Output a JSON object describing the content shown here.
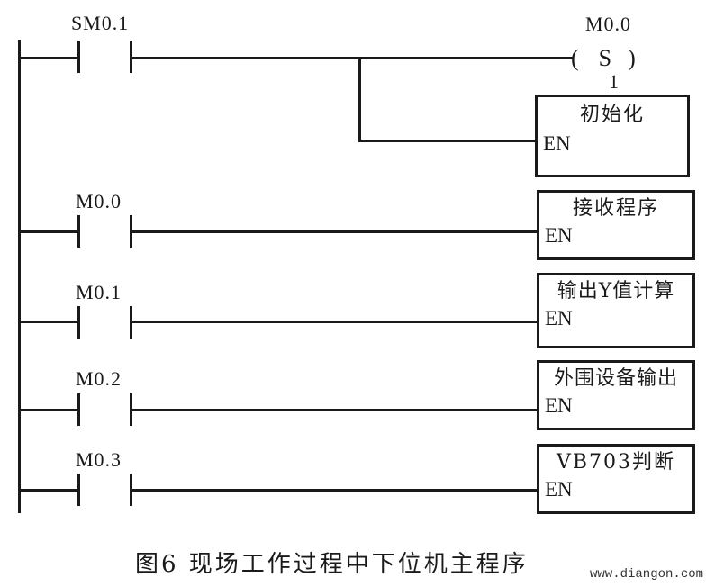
{
  "diagram": {
    "type": "ladder-logic",
    "rungs": [
      {
        "contact": "SM0.1",
        "outputs": [
          {
            "kind": "set-coil",
            "address": "M0.0",
            "symbol": "S",
            "count": "1",
            "open": "(",
            "close": ")"
          },
          {
            "kind": "subroutine-box",
            "title": "初始化",
            "enable": "EN"
          }
        ]
      },
      {
        "contact": "M0.0",
        "outputs": [
          {
            "kind": "subroutine-box",
            "title": "接收程序",
            "enable": "EN"
          }
        ]
      },
      {
        "contact": "M0.1",
        "outputs": [
          {
            "kind": "subroutine-box",
            "title": "输出Y值计算",
            "enable": "EN"
          }
        ]
      },
      {
        "contact": "M0.2",
        "outputs": [
          {
            "kind": "subroutine-box",
            "title": "外围设备输出",
            "enable": "EN"
          }
        ]
      },
      {
        "contact": "M0.3",
        "outputs": [
          {
            "kind": "subroutine-box",
            "title": "VB703判断",
            "enable": "EN"
          }
        ]
      }
    ]
  },
  "caption": "图6  现场工作过程中下位机主程序",
  "watermark": "www.diangon.com",
  "colors": {
    "line": "#1a1a1a",
    "background": "#ffffff"
  }
}
